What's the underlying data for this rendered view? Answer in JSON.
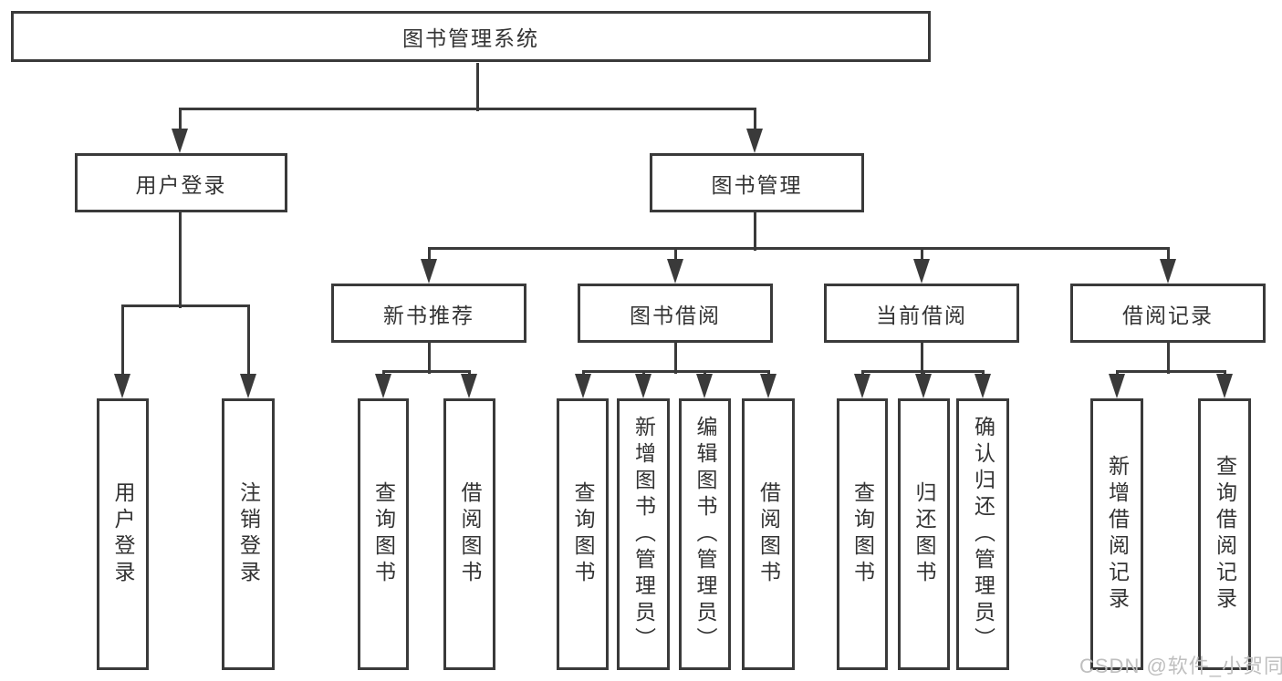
{
  "diagram": {
    "title": "图书管理系统",
    "nodes": [
      {
        "id": "root",
        "label": "图书管理系统",
        "parent": null
      },
      {
        "id": "user-login",
        "label": "用户登录",
        "parent": "root"
      },
      {
        "id": "book-mgmt",
        "label": "图书管理",
        "parent": "root"
      },
      {
        "id": "leaf-user-login",
        "label": "用户登录",
        "parent": "user-login"
      },
      {
        "id": "leaf-logout",
        "label": "注销登录",
        "parent": "user-login"
      },
      {
        "id": "new-book-rec",
        "label": "新书推荐",
        "parent": "book-mgmt"
      },
      {
        "id": "book-borrow",
        "label": "图书借阅",
        "parent": "book-mgmt"
      },
      {
        "id": "current-borrow",
        "label": "当前借阅",
        "parent": "book-mgmt"
      },
      {
        "id": "borrow-records",
        "label": "借阅记录",
        "parent": "book-mgmt"
      },
      {
        "id": "rec-query-books",
        "label": "查询图书",
        "parent": "new-book-rec"
      },
      {
        "id": "rec-borrow-books",
        "label": "借阅图书",
        "parent": "new-book-rec"
      },
      {
        "id": "bb-query-books",
        "label": "查询图书",
        "parent": "book-borrow"
      },
      {
        "id": "bb-add-books",
        "label": "新增图书（管理员）",
        "parent": "book-borrow"
      },
      {
        "id": "bb-edit-books",
        "label": "编辑图书（管理员）",
        "parent": "book-borrow"
      },
      {
        "id": "bb-borrow-books",
        "label": "借阅图书",
        "parent": "book-borrow"
      },
      {
        "id": "cb-query-books",
        "label": "查询图书",
        "parent": "current-borrow"
      },
      {
        "id": "cb-return-books",
        "label": "归还图书",
        "parent": "current-borrow"
      },
      {
        "id": "cb-confirm-return",
        "label": "确认归还（管理员）",
        "parent": "current-borrow"
      },
      {
        "id": "br-add-record",
        "label": "新增借阅记录",
        "parent": "borrow-records"
      },
      {
        "id": "br-query-record",
        "label": "查询借阅记录",
        "parent": "borrow-records"
      }
    ]
  },
  "watermark": {
    "text": "CSDN @软件_小贺同学"
  },
  "colors": {
    "line": "#3a3a3a",
    "text": "#333333",
    "watermark": "#bfbfbf",
    "background": "#ffffff"
  }
}
